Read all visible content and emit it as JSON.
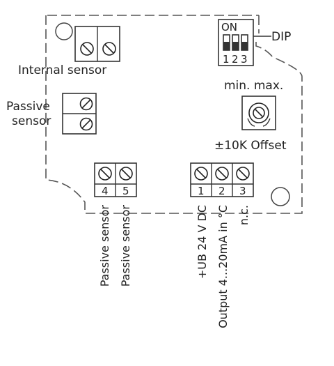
{
  "labels": {
    "internal_sensor": "Internal sensor",
    "passive_sensor_line1": "Passive",
    "passive_sensor_line2": "sensor",
    "dip": "DIP",
    "dip_on": "ON",
    "dip_numbers": [
      "1",
      "2",
      "3"
    ],
    "min_max": "min. max.",
    "offset": "±10K Offset"
  },
  "bottom_terminals": {
    "left_numbers": [
      "4",
      "5"
    ],
    "right_numbers": [
      "1",
      "2",
      "3"
    ]
  },
  "vertical_labels": {
    "passive_1": "Passive sensor",
    "passive_2": "Passive sensor",
    "ub": "+UB 24 V DC",
    "output": "Output  4...20mA in °C",
    "nc": "n.c."
  }
}
